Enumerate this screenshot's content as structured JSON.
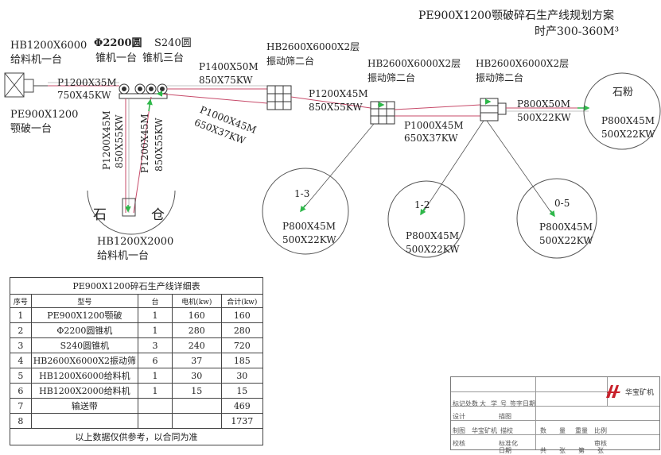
{
  "title": {
    "main": "PE900X1200颚破碎石生产线规划方案",
    "sub": "时产300-360M³"
  },
  "labels": {
    "feeder_top_1": "HB1200X6000",
    "feeder_top_2": "给料机一台",
    "cone_2200_1": "Φ2200圆",
    "cone_2200_2": "锥机一台",
    "cone_s240_1": "S240圆",
    "cone_s240_2": "锥机三台",
    "belt_a_1": "P1200X35M",
    "belt_a_2": "750X45KW",
    "jaw_1": "PE900X1200",
    "jaw_2": "颚破一台",
    "belt_b_1": "P1400X50M",
    "belt_b_2": "850X75KW",
    "screen1_1": "HB2600X6000X2层",
    "screen1_2": "振动筛二台",
    "screen2_1": "HB2600X6000X2层",
    "screen2_2": "振动筛二台",
    "screen3_1": "HB2600X6000X2层",
    "screen3_2": "振动筛二台",
    "belt_c_1": "P1200X45M",
    "belt_c_2": "850X55KW",
    "belt_d_1": "P1000X45M",
    "belt_d_2": "650X37KW",
    "belt_e_1": "P1000X45M",
    "belt_e_2": "650X37KW",
    "belt_f_1": "P800X50M",
    "belt_f_2": "500X22KW",
    "vert_1_1": "P1200X45M",
    "vert_1_2": "850X55KW",
    "vert_2_1": "P1200X45M",
    "vert_2_2": "850X55KW",
    "pile_stone": "石",
    "pile_bin": "仓",
    "feeder_bottom_1": "HB1200X2000",
    "feeder_bottom_2": "给料机一台",
    "powder_name": "石粉",
    "powder_belt_1": "P800X45M",
    "powder_belt_2": "500X22KW",
    "pile13_name": "1-3",
    "pile13_belt_1": "P800X45M",
    "pile13_belt_2": "500X22KW",
    "pile12_name": "1-2",
    "pile12_belt_1": "P800X45M",
    "pile12_belt_2": "500X22KW",
    "pile05_name": "0-5",
    "pile05_belt_1": "P800X45M",
    "pile05_belt_2": "500X22KW"
  },
  "table": {
    "title": "PE900X1200碎石生产线详细表",
    "headers": [
      "序号",
      "型号",
      "台",
      "电机(kw)",
      "合计(kw)"
    ],
    "rows": [
      [
        "1",
        "PE900X1200颚破",
        "1",
        "160",
        "160"
      ],
      [
        "2",
        "Φ2200圆锥机",
        "1",
        "280",
        "280"
      ],
      [
        "3",
        "S240圆锥机",
        "3",
        "240",
        "720"
      ],
      [
        "4",
        "HB2600X6000X2振动筛",
        "6",
        "37",
        "185"
      ],
      [
        "5",
        "HB1200X6000给料机",
        "1",
        "30",
        "30"
      ],
      [
        "6",
        "HB1200X2000给料机",
        "1",
        "15",
        "15"
      ],
      [
        "7",
        "输送带",
        "",
        "",
        "469"
      ],
      [
        "8",
        "",
        "",
        "",
        "1737"
      ]
    ],
    "footer": "以上数据仅供参考，以合同为准"
  },
  "title_block": {
    "company": "华宝矿机",
    "cells": [
      "标记",
      "处数",
      "大",
      "学",
      "号",
      "签字",
      "日期",
      "设计",
      "",
      "描图",
      "制图",
      "华宝矿机",
      "描校",
      "数",
      "量",
      "重量",
      "比例",
      "校核",
      "",
      "标准化",
      "",
      "",
      "",
      "",
      "审核",
      "日期",
      "共",
      "张",
      "第",
      "张"
    ]
  },
  "colors": {
    "line": "#555555",
    "belt": "#c74b6a",
    "arrow": "#2eb84a"
  }
}
